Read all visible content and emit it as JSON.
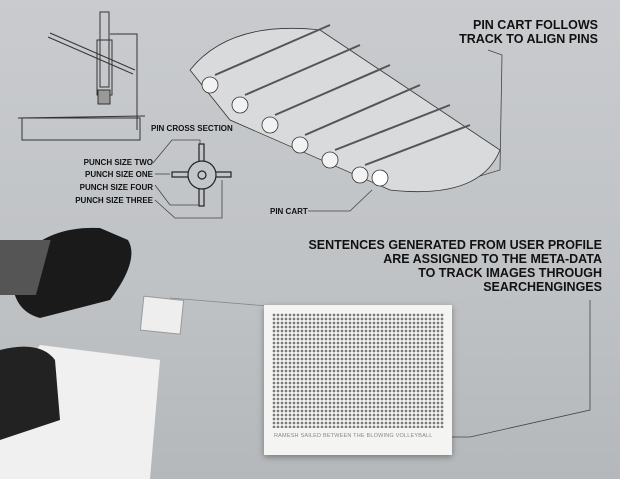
{
  "labels": {
    "pin_cross_section": "PIN CROSS SECTION",
    "punch_size_two": "PUNCH SIZE TWO",
    "punch_size_one": "PUNCH SIZE ONE",
    "punch_size_four": "PUNCH SIZE FOUR",
    "punch_size_three": "PUNCH SIZE THREE",
    "pin_cart": "PIN CART",
    "pin_cart_follows_line1": "PIN CART FOLLOWS",
    "pin_cart_follows_line2": "TRACK TO ALIGN PINS",
    "sentences_line1": "SENTENCES GENERATED FROM USER PROFILE",
    "sentences_line2": "ARE ASSIGNED TO THE META-DATA",
    "sentences_line3": "TO TRACK IMAGES THROUGH",
    "sentences_line4": "SEARCHENGINGES",
    "card_caption": "RAMESH SAILED BETWEEN THE BLOWING VOLLEYBALL"
  }
}
